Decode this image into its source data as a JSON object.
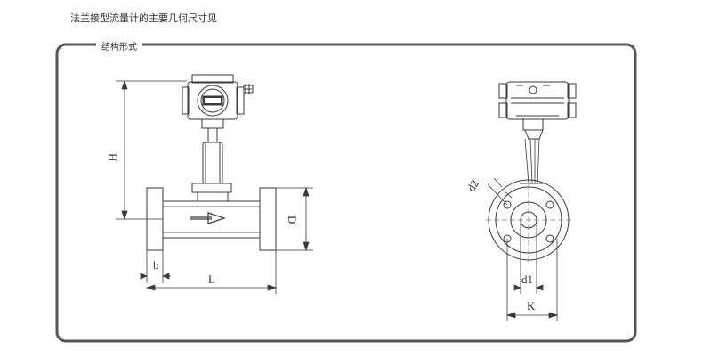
{
  "page": {
    "heading": "法兰接型流量计的主要几何尺寸见",
    "section_label": "结构形式"
  },
  "front_view": {
    "dim_H": "H",
    "dim_D": "D",
    "dim_b": "b",
    "dim_L": "L"
  },
  "side_view": {
    "dim_d2": "d2",
    "dim_d1": "d1",
    "dim_K": "K"
  }
}
